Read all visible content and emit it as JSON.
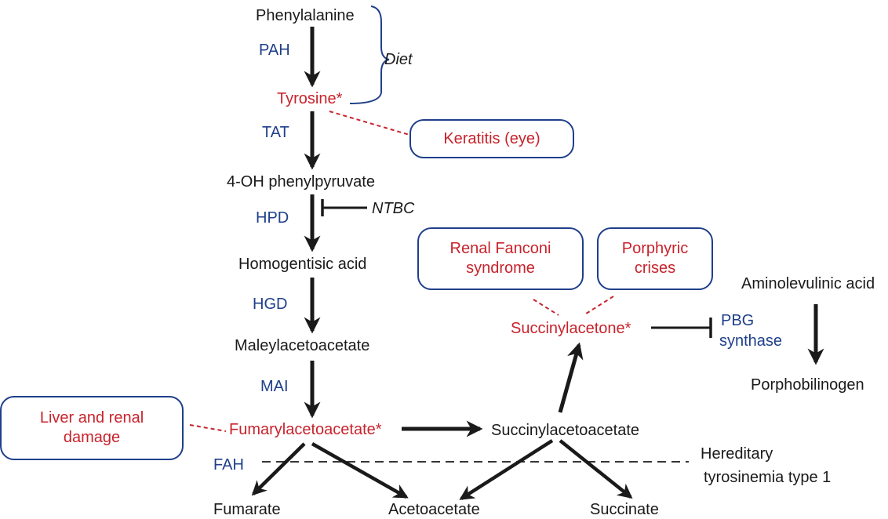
{
  "colors": {
    "metabolite": "#1a1a1a",
    "accumulated_metabolite": "#c8232c",
    "enzyme": "#1f3f8a",
    "box_border": "#1f3f8a",
    "arrow": "#1a1a1a"
  },
  "metabolites": {
    "phenylalanine": "Phenylalanine",
    "tyrosine": "Tyrosine*",
    "oh_phenylpyruvate": "4-OH phenylpyruvate",
    "homogentisic_acid": "Homogentisic acid",
    "maleylacetoacetate": "Maleylacetoacetate",
    "fumarylacetoacetate": "Fumarylacetoacetate*",
    "succinylacetoacetate": "Succinylacetoacetate",
    "succinylacetone": "Succinylacetone*",
    "aminolevulinic_acid": "Aminolevulinic acid",
    "porphobilinogen": "Porphobilinogen",
    "fumarate": "Fumarate",
    "acetoacetate": "Acetoacetate",
    "succinate": "Succinate"
  },
  "enzymes": {
    "pah": "PAH",
    "tat": "TAT",
    "hpd": "HPD",
    "hgd": "HGD",
    "mai": "MAI",
    "fah": "FAH",
    "pbg_line1": "PBG",
    "pbg_line2": "synthase"
  },
  "annotations": {
    "diet": "Diet",
    "ntbc": "NTBC",
    "hereditary_line1": "Hereditary",
    "hereditary_line2": "tyrosinemia type 1"
  },
  "clinical_boxes": {
    "keratitis": "Keratitis (eye)",
    "renal_fanconi_line1": "Renal Fanconi",
    "renal_fanconi_line2": "syndrome",
    "porphyric_line1": "Porphyric",
    "porphyric_line2": "crises",
    "liver_renal_line1": "Liver and renal",
    "liver_renal_line2": "damage"
  }
}
